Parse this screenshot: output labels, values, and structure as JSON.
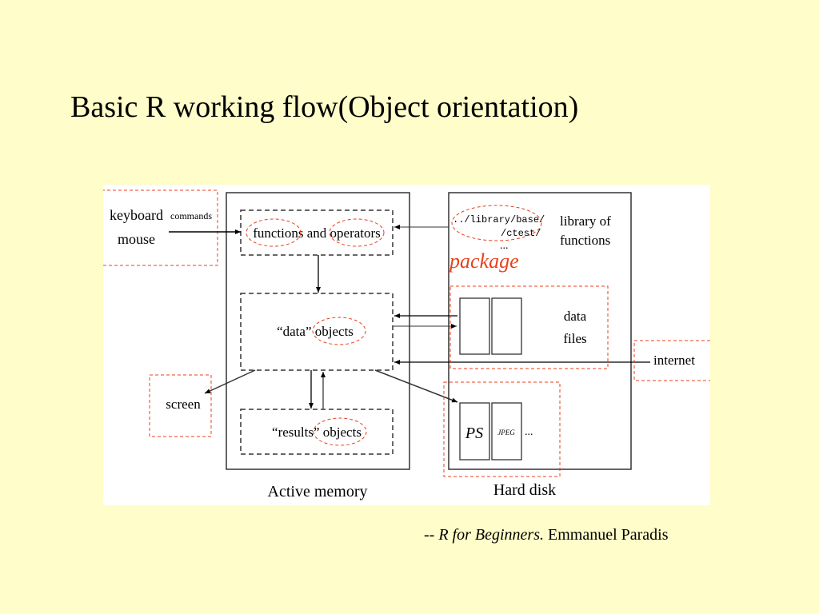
{
  "slide": {
    "title": "Basic R working flow(Object orientation)",
    "citation": {
      "prefix": "-- ",
      "book": "R for Beginners.",
      "author": " Emmanuel Paradis"
    }
  },
  "diagram": {
    "input": {
      "line1": "keyboard",
      "line2": "mouse",
      "arrow_label": "commands"
    },
    "active_memory": {
      "label": "Active memory",
      "functions_box": {
        "part1": "functions",
        "part2": " and ",
        "part3": "operators"
      },
      "data_box": {
        "prefix": "“data” ",
        "highlight": "objects"
      },
      "results_box": {
        "prefix": "“results” ",
        "highlight": "objects"
      }
    },
    "hard_disk": {
      "label": "Hard disk",
      "library_path_line1": "../library/base/",
      "library_path_line2": "/ctest/",
      "library_ellipsis": "...",
      "library_label_line1": "library of",
      "library_label_line2": "functions",
      "package_annotation": "package",
      "data_files_line1": "data",
      "data_files_line2": "files",
      "output_file_1": "PS",
      "output_file_2": "JPEG",
      "output_ellipsis": "..."
    },
    "screen": "screen",
    "internet": "internet",
    "highlight_color": "#e8401c"
  }
}
